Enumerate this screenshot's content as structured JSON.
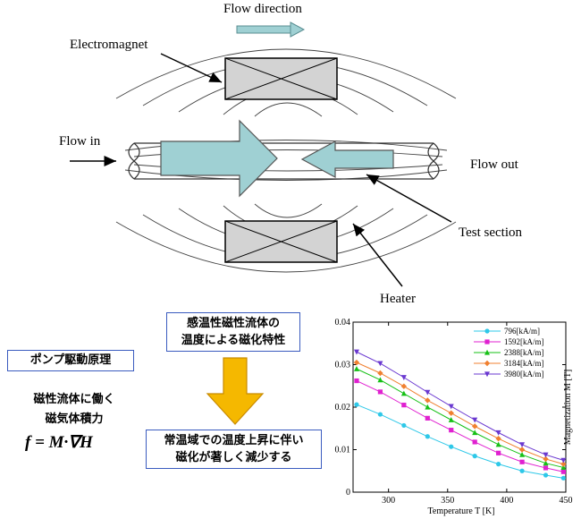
{
  "diagram": {
    "labels": {
      "flow_direction": "Flow direction",
      "electromagnet": "Electromagnet",
      "flow_in": "Flow in",
      "flow_out": "Flow out",
      "test_section": "Test section",
      "heater": "Heater"
    }
  },
  "notes": {
    "pump_principle": "ポンプ駆動原理",
    "magnetic_body_force_line1": "磁性流体に働く",
    "magnetic_body_force_line2": "磁気体積力",
    "formula": "f = M·∇H",
    "thermo_sensitive_line1": "感温性磁性流体の",
    "thermo_sensitive_line2": "温度による磁化特性",
    "result_line1": "常温域での温度上昇に伴い",
    "result_line2": "磁化が著しく減少する",
    "colors": {
      "box_border": "#3a5bbf",
      "down_arrow": "#f5b800",
      "block_arrow": "#9fd0d3"
    }
  },
  "chart_data": {
    "type": "line",
    "xlabel": "Temperature T [K]",
    "ylabel": "Magnetization M [T]",
    "xlim": [
      270,
      450
    ],
    "ylim": [
      0,
      0.04
    ],
    "xticks": [
      "300",
      "350",
      "400",
      "450"
    ],
    "yticks": [
      "0",
      "0.01",
      "0.02",
      "0.03",
      "0.04"
    ],
    "grid": false,
    "legend_position": "top-right",
    "x": [
      273,
      293,
      313,
      333,
      353,
      373,
      393,
      413,
      433,
      448
    ],
    "series": [
      {
        "name": "796[kA/m]",
        "color": "#2ec8e8",
        "marker": "circle",
        "values": [
          0.0206,
          0.0183,
          0.0157,
          0.0131,
          0.0107,
          0.0085,
          0.0066,
          0.005,
          0.004,
          0.0033
        ]
      },
      {
        "name": "1592[kA/m]",
        "color": "#e020d0",
        "marker": "square",
        "values": [
          0.0262,
          0.0236,
          0.0205,
          0.0174,
          0.0146,
          0.0118,
          0.0092,
          0.0071,
          0.0057,
          0.0048
        ]
      },
      {
        "name": "2388[kA/m]",
        "color": "#16c016",
        "marker": "triangle",
        "values": [
          0.029,
          0.0264,
          0.0232,
          0.02,
          0.017,
          0.014,
          0.0112,
          0.0088,
          0.0068,
          0.0058
        ]
      },
      {
        "name": "3184[kA/m]",
        "color": "#f08030",
        "marker": "diamond",
        "values": [
          0.0305,
          0.028,
          0.0249,
          0.0216,
          0.0186,
          0.0155,
          0.0126,
          0.01,
          0.0078,
          0.0066
        ]
      },
      {
        "name": "3980[kA/m]",
        "color": "#6a38d0",
        "marker": "tri-down",
        "values": [
          0.033,
          0.0303,
          0.027,
          0.0235,
          0.0202,
          0.017,
          0.014,
          0.0112,
          0.0088,
          0.0075
        ]
      }
    ]
  }
}
